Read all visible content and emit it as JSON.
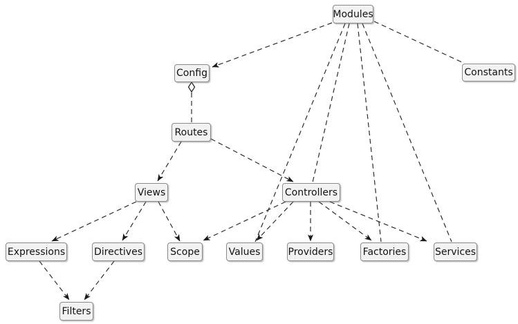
{
  "diagram": {
    "kind": "dependency-diagram",
    "background": "#ffffff",
    "colors": {
      "node_fill": "#f2f2f2",
      "node_border": "#8a8a8a",
      "edge": "#2b2b2b",
      "text": "#121212"
    },
    "nodes": [
      {
        "id": "modules",
        "label": "Modules"
      },
      {
        "id": "config",
        "label": "Config"
      },
      {
        "id": "constants",
        "label": "Constants"
      },
      {
        "id": "routes",
        "label": "Routes"
      },
      {
        "id": "views",
        "label": "Views"
      },
      {
        "id": "controllers",
        "label": "Controllers"
      },
      {
        "id": "expressions",
        "label": "Expressions"
      },
      {
        "id": "directives",
        "label": "Directives"
      },
      {
        "id": "scope",
        "label": "Scope"
      },
      {
        "id": "values",
        "label": "Values"
      },
      {
        "id": "providers",
        "label": "Providers"
      },
      {
        "id": "factories",
        "label": "Factories"
      },
      {
        "id": "services",
        "label": "Services"
      },
      {
        "id": "filters",
        "label": "Filters"
      }
    ],
    "edges": [
      {
        "from": "modules",
        "to": "config",
        "type": "dashed-arrow"
      },
      {
        "from": "modules",
        "to": "constants",
        "type": "dashed-plain"
      },
      {
        "from": "modules",
        "to": "controllers",
        "type": "dashed-plain"
      },
      {
        "from": "modules",
        "to": "values",
        "type": "dashed-plain"
      },
      {
        "from": "modules",
        "to": "factories",
        "type": "dashed-plain"
      },
      {
        "from": "modules",
        "to": "services",
        "type": "dashed-plain"
      },
      {
        "from": "config",
        "to": "routes",
        "type": "dashed-aggregation-diamond"
      },
      {
        "from": "routes",
        "to": "views",
        "type": "dashed-arrow"
      },
      {
        "from": "routes",
        "to": "controllers",
        "type": "dashed-arrow"
      },
      {
        "from": "views",
        "to": "expressions",
        "type": "dashed-arrow"
      },
      {
        "from": "views",
        "to": "directives",
        "type": "dashed-arrow"
      },
      {
        "from": "views",
        "to": "scope",
        "type": "dashed-arrow"
      },
      {
        "from": "controllers",
        "to": "scope",
        "type": "dashed-arrow"
      },
      {
        "from": "controllers",
        "to": "values",
        "type": "dashed-arrow"
      },
      {
        "from": "controllers",
        "to": "providers",
        "type": "dashed-arrow"
      },
      {
        "from": "controllers",
        "to": "factories",
        "type": "dashed-arrow"
      },
      {
        "from": "controllers",
        "to": "services",
        "type": "dashed-arrow"
      },
      {
        "from": "expressions",
        "to": "filters",
        "type": "dashed-arrow"
      },
      {
        "from": "directives",
        "to": "filters",
        "type": "dashed-arrow"
      }
    ]
  }
}
